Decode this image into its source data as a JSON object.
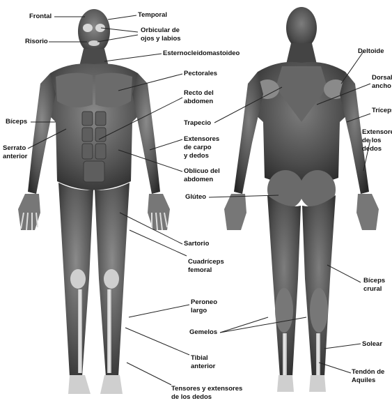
{
  "labels": {
    "frontal": "Frontal",
    "temporal": "Temporal",
    "orbicular": "Orbicular de\nojos y labios",
    "risorio": "Risorio",
    "esterno": "Esternocleidomastoideo",
    "pectorales": "Pectorales",
    "recto": "Recto del\nabdomen",
    "biceps": "Bíceps",
    "extensores_carpo": "Extensores\nde carpo\ny dedos",
    "serrato": "Serrato\nanterior",
    "oblicuo": "Oblicuo del\nabdomen",
    "sartorio": "Sartorio",
    "cuadriceps": "Cuadríceps\nfemoral",
    "peroneo": "Peroneo\nlargo",
    "gemelos": "Gemelos",
    "tibial": "Tibial\nanterior",
    "tensores": "Tensores y extensores\nde los dedos",
    "deltoide": "Deltoide",
    "dorsal": "Dorsal\nancho",
    "trapecio": "Trapecio",
    "triceps": "Tríceps",
    "extensores_dedos": "Extensores\nde los\ndedos",
    "gluteo": "Glúteo",
    "biceps_crural": "Bíceps\ncrural",
    "solear": "Solear",
    "tendon": "Tendón de\nAquiles"
  }
}
